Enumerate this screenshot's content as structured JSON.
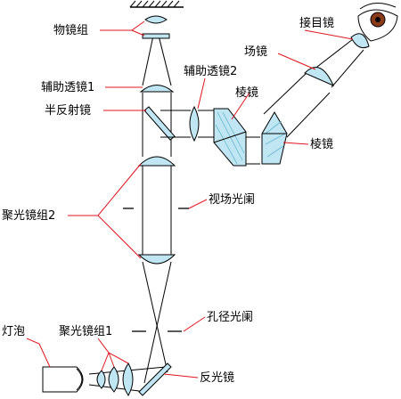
{
  "diagram": {
    "labels": {
      "objective": "物镜组",
      "eyepiece": "接目镜",
      "field_lens": "场镜",
      "aux_lens_1": "辅助透镜1",
      "aux_lens_2": "辅助透镜2",
      "half_mirror": "半反射镜",
      "prism_1": "棱镜",
      "prism_2": "棱镜",
      "condenser_2": "聚光镜组2",
      "field_stop": "视场光阑",
      "aperture_stop": "孔径光阑",
      "lamp": "灯泡",
      "condenser_1": "聚光镜组1",
      "reflector": "反光镜"
    },
    "colors": {
      "lens_fill": "#bfe6f2",
      "leader": "#e0141e",
      "outline": "#000000",
      "iris": "#8b3a1a"
    }
  }
}
